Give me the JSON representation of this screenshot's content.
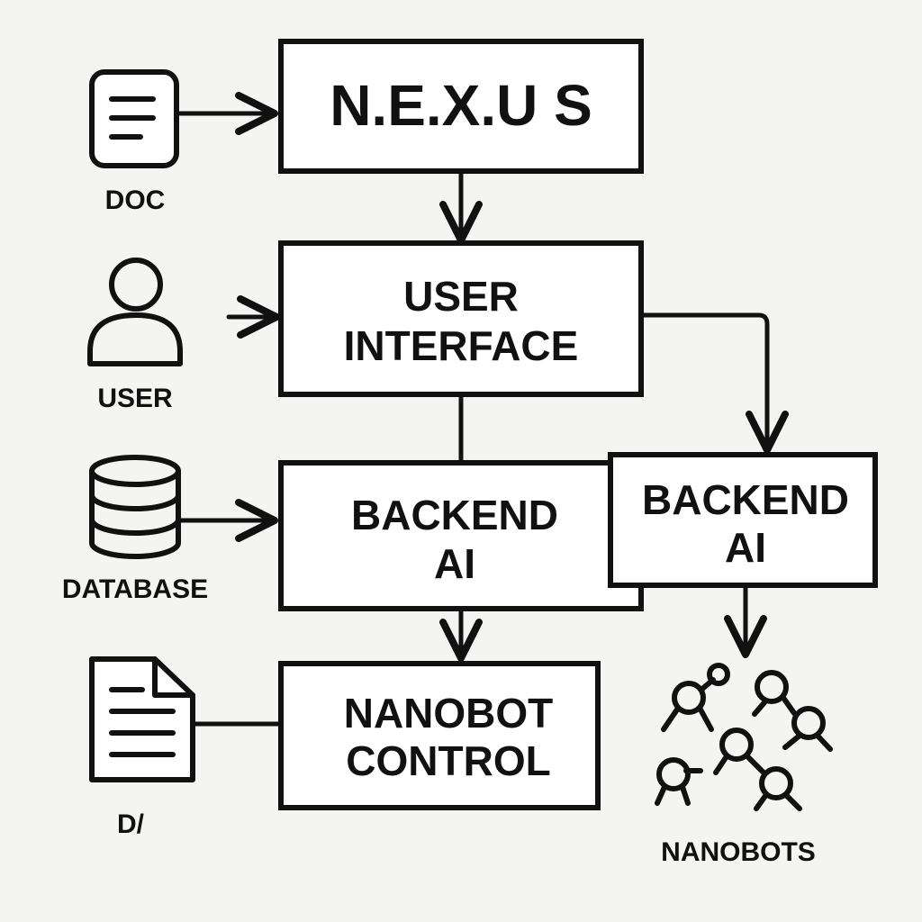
{
  "colors": {
    "background": "#f4f4f2",
    "stroke": "#111111",
    "box_fill": "#ffffff"
  },
  "nodes": {
    "nexus": {
      "line1": "N.E.X.U S"
    },
    "user_interface": {
      "line1": "USER",
      "line2": "INTERFACE"
    },
    "backend_ai_left": {
      "line1": "BACKEND",
      "line2": "AI"
    },
    "backend_ai_right": {
      "line1": "BACKEND",
      "line2": "AI"
    },
    "nanobot_control": {
      "line1": "NANOBOT",
      "line2": "CONTROL"
    }
  },
  "icons": {
    "doc": {
      "icon": "document-icon",
      "label": "DOC"
    },
    "user": {
      "icon": "user-icon",
      "label": "USER"
    },
    "database": {
      "icon": "database-icon",
      "label": "DATABASE"
    },
    "file": {
      "icon": "file-icon",
      "label": "D/"
    },
    "nanobots": {
      "icon": "nanobots-icon",
      "label": "NANOBOTS"
    }
  }
}
